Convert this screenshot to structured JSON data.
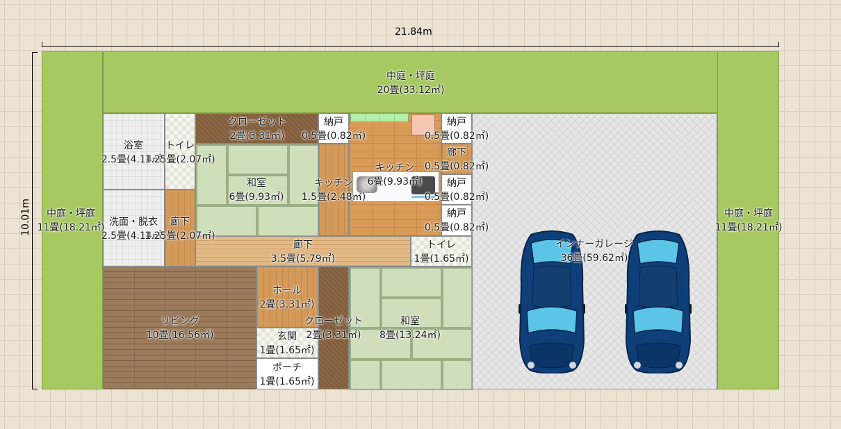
{
  "dimensions": {
    "width": "21.84m",
    "height": "10.01m"
  },
  "rooms": {
    "garden_top": {
      "name": "中庭・坪庭",
      "size": "20畳(33.12㎡)"
    },
    "garden_left": {
      "name": "中庭・坪庭",
      "size": "11畳(18.21㎡)"
    },
    "garden_right": {
      "name": "中庭・坪庭",
      "size": "11畳(18.21㎡)"
    },
    "bath": {
      "name": "浴室",
      "size": "2.5畳(4.14㎡)"
    },
    "toilet1": {
      "name": "トイレ",
      "size": "1.25畳(2.07㎡)"
    },
    "closet1": {
      "name": "クローゼット",
      "size": "2畳(3.31㎡)"
    },
    "nando1": {
      "name": "納戸",
      "size": "0.5畳(0.82㎡)"
    },
    "nando2": {
      "name": "納戸",
      "size": "0.5畳(0.82㎡)"
    },
    "hall_small": {
      "name": "廊下",
      "size": "0.5畳(0.82㎡)"
    },
    "nando3": {
      "name": "納戸",
      "size": "0.5畳(0.82㎡)"
    },
    "nando4": {
      "name": "納戸",
      "size": "0.5畳(0.82㎡)"
    },
    "washroom": {
      "name": "洗面・脱衣",
      "size": "2.5畳(4.14㎡)"
    },
    "hall_v": {
      "name": "廊下",
      "size": "1.25畳(2.07㎡)"
    },
    "washitsu1": {
      "name": "和室",
      "size": "6畳(9.93㎡)"
    },
    "kitchen_small": {
      "name": "キッチン",
      "size": "1.5畳(2.48㎡)"
    },
    "kitchen": {
      "name": "キッチン",
      "size": "6畳(9.93㎡)"
    },
    "hall_main": {
      "name": "廊下",
      "size": "3.5畳(5.79㎡)"
    },
    "toilet2": {
      "name": "トイレ",
      "size": "1畳(1.65㎡)"
    },
    "hall_room": {
      "name": "ホール",
      "size": "2畳(3.31㎡)"
    },
    "living": {
      "name": "リビング",
      "size": "10畳(16.56㎡)"
    },
    "closet2": {
      "name": "クローゼット",
      "size": "2畳(3.31㎡)"
    },
    "washitsu2": {
      "name": "和室",
      "size": "8畳(13.24㎡)"
    },
    "genkan": {
      "name": "玄関",
      "size": "1畳(1.65㎡)"
    },
    "porch": {
      "name": "ポーチ",
      "size": "1畳(1.65㎡)"
    },
    "garage": {
      "name": "インナーガレージ",
      "size": "36畳(59.62㎡)"
    }
  },
  "colors": {
    "garden": "#a6c962",
    "car_body": "#0e3f78",
    "car_glass": "#5cc4e6"
  }
}
